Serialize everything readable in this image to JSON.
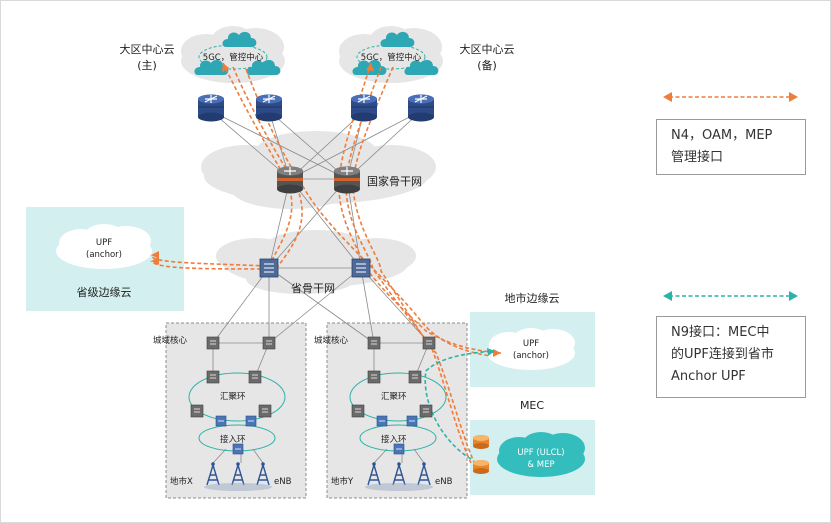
{
  "clouds": {
    "dc_main": {
      "title": "大区中心云",
      "role": "(主)",
      "inner": "5GC，管控中心"
    },
    "dc_backup": {
      "title": "大区中心云",
      "role": "(备)",
      "inner": "5GC，管控中心"
    }
  },
  "backbones": {
    "national": "国家骨干网",
    "provincial": "省骨干网"
  },
  "provincial_edge": {
    "title": "省级边缘云",
    "upf": "UPF",
    "anchor": "(anchor)"
  },
  "city_edge": {
    "title": "地市边缘云",
    "upf": "UPF",
    "anchor": "(anchor)"
  },
  "mec": {
    "title": "MEC",
    "upf_line1": "UPF (ULCL)",
    "upf_line2": "& MEP"
  },
  "metro": [
    {
      "core": "城域核心",
      "aggregation": "汇聚环",
      "access": "接入环",
      "city": "地市X",
      "enb": "eNB"
    },
    {
      "core": "城域核心",
      "aggregation": "汇聚环",
      "access": "接入环",
      "city": "地市Y",
      "enb": "eNB"
    }
  ],
  "legend": [
    {
      "line1": "N4，OAM，MEP",
      "line2": "管理接口",
      "line3": "",
      "color": "#ee7d3b"
    },
    {
      "line1": "N9接口：MEC中",
      "line2": "的UPF连接到省市",
      "line3": "Anchor UPF",
      "color": "#2ab3a9"
    }
  ],
  "colors": {
    "orange": "#ee7d3b",
    "teal": "#2ab3a9",
    "edge_panel": "#d3efef",
    "mec_cloud": "#33bdbd",
    "icon_cloud": "#2ea7b4",
    "backbone_cloud": "#e6e6e6",
    "router": "#2f4f8f"
  }
}
